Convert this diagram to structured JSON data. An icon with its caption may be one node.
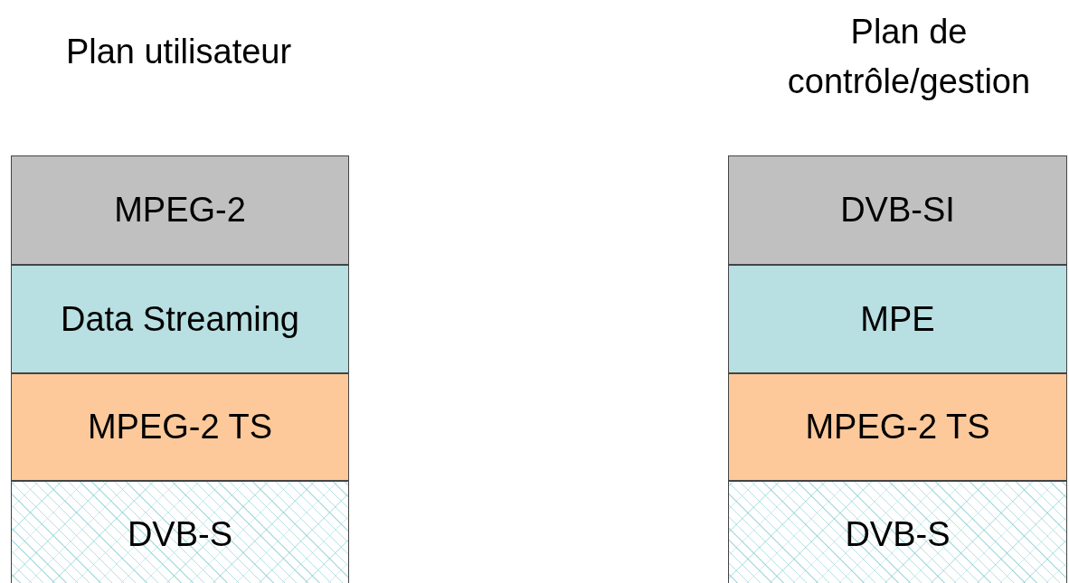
{
  "diagram": {
    "nodes": [
      {
        "text": [
          "MPEG-2"
        ]
      },
      {
        "text": [
          "Data Streaming"
        ]
      },
      {
        "text": [
          "MPEG-2 TS"
        ]
      },
      {
        "text": [
          "DVB-S"
        ]
      },
      {
        "text": [
          "DVB-SI"
        ]
      },
      {
        "text": [
          "MPE"
        ]
      },
      {
        "text": [
          "MPEG-2 TS"
        ]
      },
      {
        "text": [
          "DVB-S"
        ]
      }
    ],
    "labels": [
      "Plan utilisateur",
      "Plan de contrôle/gestion"
    ]
  }
}
